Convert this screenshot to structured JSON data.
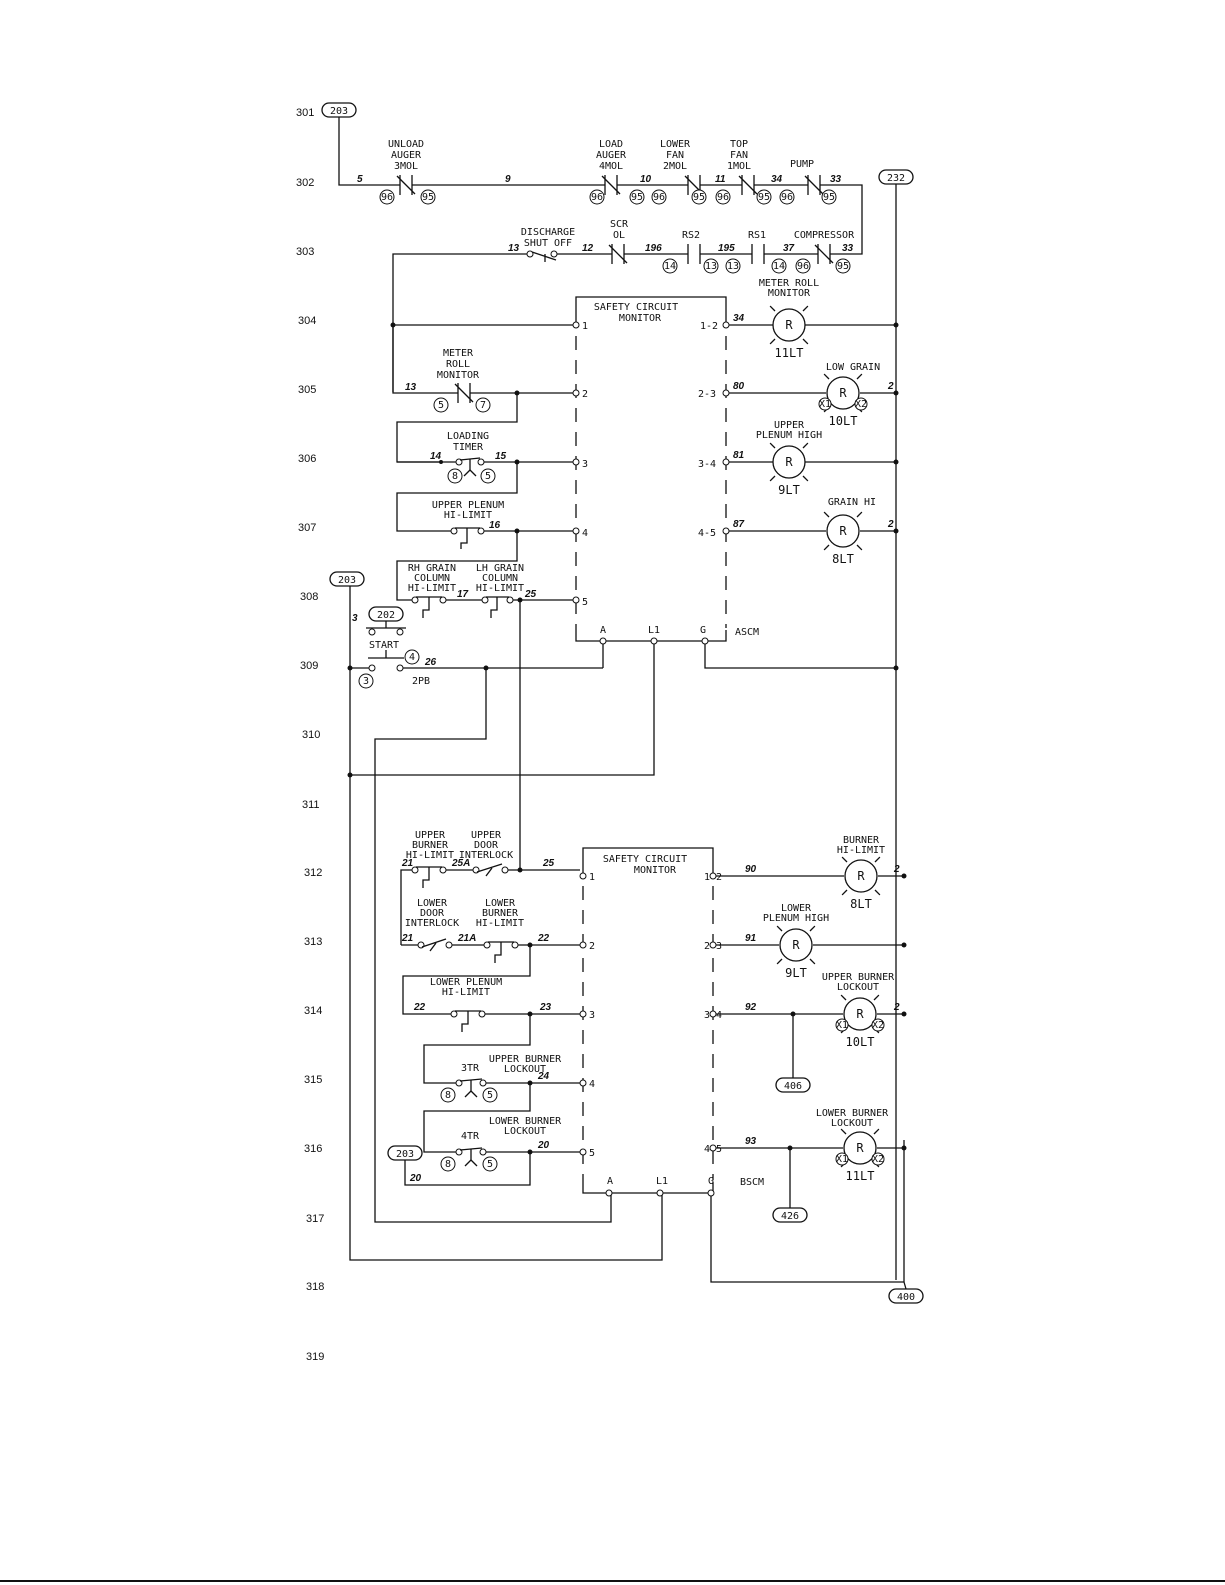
{
  "line_numbers": [
    "301",
    "302",
    "303",
    "304",
    "305",
    "306",
    "307",
    "308",
    "309",
    "310",
    "311",
    "312",
    "313",
    "314",
    "315",
    "316",
    "317",
    "318",
    "319"
  ],
  "refs": {
    "r203_top": "203",
    "r232": "232",
    "r203_left": "203",
    "r202": "202",
    "r406": "406",
    "r426": "426",
    "r203_lower": "203",
    "r400": "400"
  },
  "top_labels": {
    "unload_auger": [
      "UNLOAD",
      "AUGER",
      "3MOL"
    ],
    "load_auger": [
      "LOAD",
      "AUGER",
      "4MOL"
    ],
    "lower_fan": [
      "LOWER",
      "FAN",
      "2MOL"
    ],
    "top_fan": [
      "TOP",
      "FAN",
      "1MOL"
    ],
    "pump": "PUMP",
    "discharge": [
      "DISCHARGE",
      "SHUT OFF"
    ],
    "scr": [
      "SCR",
      "OL"
    ],
    "rs2": "RS2",
    "rs1": "RS1",
    "compressor": "COMPRESSOR"
  },
  "wire_numbers": {
    "w5": "5",
    "w9": "9",
    "w10": "10",
    "w11": "11",
    "w34a": "34",
    "w33a": "33",
    "w13a": "13",
    "w12": "12",
    "w196": "196",
    "w195": "195",
    "w37": "37",
    "w33b": "33",
    "w34b": "34",
    "w13b": "13",
    "w80": "80",
    "w14": "14",
    "w15": "15",
    "w81": "81",
    "w16": "16",
    "w87": "87",
    "w17": "17",
    "w25a": "25",
    "w3": "3",
    "w26": "26",
    "w21a": "21",
    "w25A": "25A",
    "w25b": "25",
    "w90": "90",
    "w21b": "21",
    "w21A": "21A",
    "w22a": "22",
    "w91": "91",
    "w22b": "22",
    "w23": "23",
    "w92": "92",
    "w24": "24",
    "w93": "93",
    "w20a": "20",
    "w20b": "20",
    "w2a": "2",
    "w2b": "2",
    "w2c": "2",
    "w2d": "2"
  },
  "terminals": {
    "n96": "96",
    "n95": "95",
    "n14": "14",
    "n13": "13",
    "n5": "5",
    "n7": "7",
    "n8": "8",
    "n3": "3",
    "n4": "4",
    "nX1": "X1",
    "nX2": "X2"
  },
  "monitor_a": {
    "title": [
      "SAFETY CIRCUIT",
      "MONITOR"
    ],
    "left": [
      "1",
      "2",
      "3",
      "4",
      "5"
    ],
    "right": [
      "1-2",
      "2-3",
      "3-4",
      "4-5"
    ],
    "bottom": [
      "A",
      "L1",
      "G"
    ],
    "name": "ASCM"
  },
  "monitor_b": {
    "title": [
      "SAFETY CIRCUIT",
      "MONITOR"
    ],
    "left": [
      "1",
      "2",
      "3",
      "4",
      "5"
    ],
    "right": [
      "1-2",
      "2-3",
      "3-4",
      "4-5"
    ],
    "bottom": [
      "A",
      "L1",
      "G"
    ],
    "name": "BSCM"
  },
  "left_labels": {
    "meter_roll": [
      "METER",
      "ROLL",
      "MONITOR"
    ],
    "loading_timer": [
      "LOADING",
      "TIMER"
    ],
    "upper_plenum": [
      "UPPER PLENUM",
      "HI-LIMIT"
    ],
    "rh_grain": [
      "RH GRAIN",
      "COLUMN",
      "HI-LIMIT"
    ],
    "lh_grain": [
      "LH GRAIN",
      "COLUMN",
      "HI-LIMIT"
    ],
    "start": "START",
    "pb": "2PB",
    "upper_burner_hl": [
      "UPPER",
      "BURNER",
      "HI-LIMIT"
    ],
    "upper_door": [
      "UPPER",
      "DOOR",
      "INTERLOCK"
    ],
    "lower_door": [
      "LOWER",
      "DOOR",
      "INTERLOCK"
    ],
    "lower_burner_hl": [
      "LOWER",
      "BURNER",
      "HI-LIMIT"
    ],
    "lower_plenum": [
      "LOWER PLENUM",
      "HI-LIMIT"
    ],
    "ub_lockout": [
      "UPPER BURNER",
      "LOCKOUT"
    ],
    "tr3": "3TR",
    "lb_lockout": [
      "LOWER BURNER",
      "LOCKOUT"
    ],
    "tr4": "4TR"
  },
  "lamps": {
    "letter": "R",
    "l1": {
      "label": [
        "METER ROLL",
        "MONITOR"
      ],
      "id": "11LT"
    },
    "l2": {
      "label": [
        "LOW GRAIN"
      ],
      "id": "10LT"
    },
    "l3": {
      "label": [
        "UPPER",
        "PLENUM HIGH"
      ],
      "id": "9LT"
    },
    "l4": {
      "label": [
        "GRAIN HI"
      ],
      "id": "8LT"
    },
    "l5": {
      "label": [
        "BURNER",
        "HI-LIMIT"
      ],
      "id": "8LT"
    },
    "l6": {
      "label": [
        "LOWER",
        "PLENUM HIGH"
      ],
      "id": "9LT"
    },
    "l7": {
      "label": [
        "UPPER BURNER",
        "LOCKOUT"
      ],
      "id": "10LT"
    },
    "l8": {
      "label": [
        "LOWER BURNER",
        "LOCKOUT"
      ],
      "id": "11LT"
    }
  }
}
